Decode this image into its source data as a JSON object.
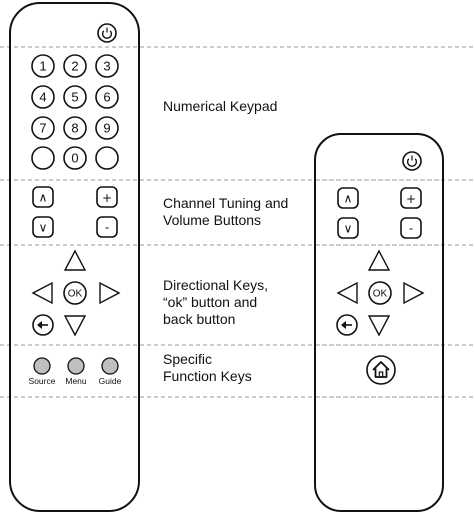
{
  "labels": {
    "numerical_keypad": "Numerical Keypad",
    "channel_line1": "Channel Tuning and",
    "channel_line2": "Volume Buttons",
    "directional_line1": "Directional Keys,",
    "directional_line2": "“ok” button and",
    "directional_line3": "back button",
    "specific_line1": "Specific",
    "specific_line2": "Function Keys"
  },
  "left_remote": {
    "power_icon": "power-icon",
    "keypad": [
      "1",
      "2",
      "3",
      "4",
      "5",
      "6",
      "7",
      "8",
      "9",
      "",
      "0",
      ""
    ],
    "channel_up": "∧",
    "channel_down": "∨",
    "volume_up": "+",
    "volume_down": "-",
    "ok": "OK",
    "back_icon": "back-arrow-icon",
    "function_keys": [
      "Source",
      "Menu",
      "Guide"
    ]
  },
  "right_remote": {
    "power_icon": "power-icon",
    "channel_up": "∧",
    "channel_down": "∨",
    "volume_up": "+",
    "volume_down": "-",
    "ok": "OK",
    "back_icon": "back-arrow-icon",
    "home_icon": "home-icon"
  }
}
